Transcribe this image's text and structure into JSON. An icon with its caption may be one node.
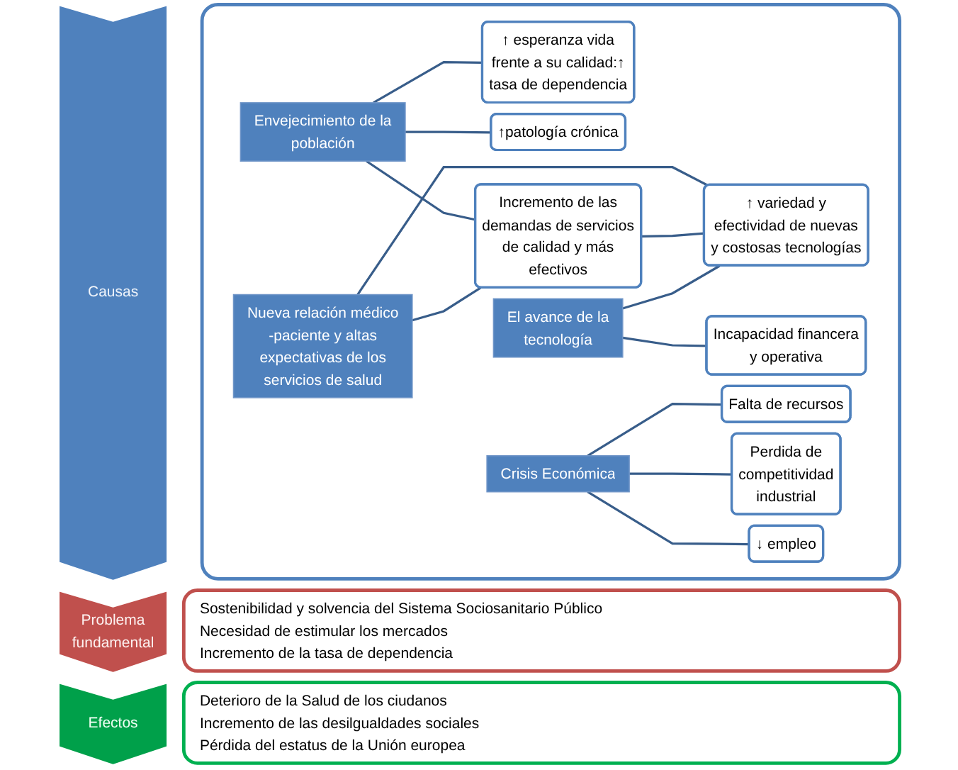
{
  "diagram": {
    "nodes": [
      {
        "text": [
          "Causas"
        ]
      },
      {
        "text": [],
        "shape": "box"
      },
      {
        "text": [
          "Envejecimiento de la población"
        ],
        "in": 1
      },
      {
        "text": [
          "↑ esperanza vida frente a su calidad:↑ tasa de dependencia"
        ],
        "in": 1
      },
      {
        "text": [
          "↑patología crónica"
        ],
        "in": 1
      },
      {
        "text": [
          "Incremento de las demandas de servicios de calidad y más efectivos"
        ],
        "in": 1
      },
      {
        "text": [
          "Nueva relación médico -paciente y altas expectativas de los servicios de salud"
        ],
        "in": 1
      },
      {
        "text": [
          "El avance de la tecnología"
        ],
        "in": 1
      },
      {
        "text": [
          "↑ variedad y efectividad de nuevas y costosas tecnologías"
        ],
        "in": 1
      },
      {
        "text": [
          "Incapacidad financera y operativa"
        ],
        "in": 1
      },
      {
        "text": [
          "Crisis Económica"
        ],
        "in": 1
      },
      {
        "text": [
          "Falta de recursos"
        ],
        "in": 1
      },
      {
        "text": [
          "Perdida de competitividad industrial"
        ],
        "in": 1
      },
      {
        "text": [
          "↓ empleo"
        ],
        "in": 1
      },
      {
        "text": [
          "Problema fundamental"
        ]
      },
      {
        "text": [
          "Sostenibilidad y solvencia del Sistema Sociosanitario Público",
          "Necesidad de estimular los mercados",
          "Incremento de la tasa de dependencia"
        ]
      },
      {
        "text": [
          "Efectos"
        ]
      },
      {
        "text": [
          "Deterioro de la Salud de los ciudanos",
          "Incremento de las desilgualdades sociales",
          "Pérdida del estatus de la Unión europea"
        ]
      }
    ],
    "edges": [
      {
        "from": 2,
        "to": 3,
        "arrow": "none"
      },
      {
        "from": 2,
        "to": 4,
        "arrow": "none"
      },
      {
        "from": 2,
        "to": 5,
        "arrow": "none"
      },
      {
        "from": 6,
        "to": 5,
        "arrow": "none"
      },
      {
        "from": 6,
        "to": 8,
        "arrow": "none"
      },
      {
        "from": 5,
        "to": 8,
        "arrow": "none"
      },
      {
        "from": 7,
        "to": 8,
        "arrow": "none"
      },
      {
        "from": 7,
        "to": 9,
        "arrow": "none"
      },
      {
        "from": 10,
        "to": 11,
        "arrow": "none"
      },
      {
        "from": 10,
        "to": 12,
        "arrow": "none"
      },
      {
        "from": 10,
        "to": 13,
        "arrow": "none"
      }
    ]
  }
}
